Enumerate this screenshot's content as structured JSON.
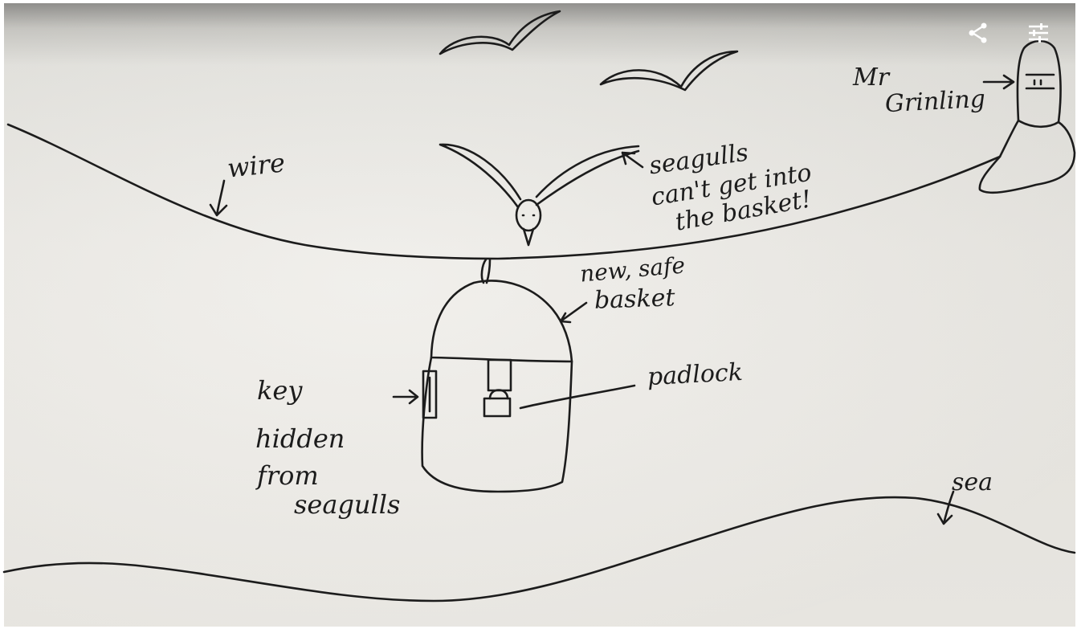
{
  "toolbar": {
    "share_icon": "share-icon",
    "adjust_icon": "tune-sliders-icon",
    "icon_color": "#ffffff"
  },
  "labels": {
    "mr": "Mr",
    "grinling": "Grinling",
    "wire": "wire",
    "seagulls_line1": "seagulls",
    "seagulls_line2": "can't get into",
    "seagulls_line3": "the basket!",
    "basket_line1": "new, safe",
    "basket_line2": "basket",
    "padlock": "padlock",
    "key_line1": "key",
    "key_line2": "hidden",
    "key_line3": "from",
    "key_line4": "seagulls",
    "sea": "sea"
  },
  "colors": {
    "ink": "#1c1c1c",
    "paper": "#eceae5"
  }
}
